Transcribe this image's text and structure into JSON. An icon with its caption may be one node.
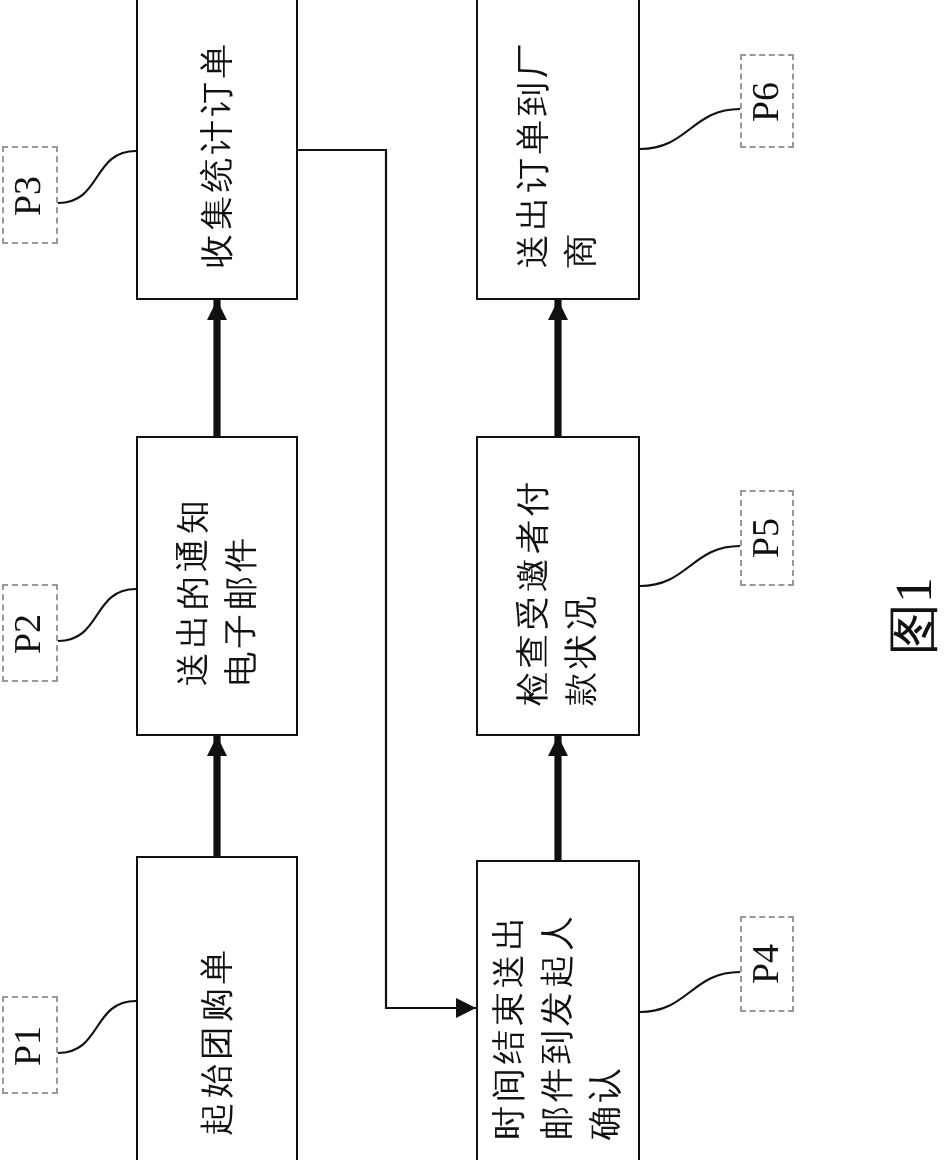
{
  "diagram": {
    "caption": "图1",
    "nodes": [
      {
        "text": [
          "起始团购单"
        ]
      },
      {
        "text": [
          "送出的通知电子邮件"
        ]
      },
      {
        "text": [
          "收集统计订单"
        ]
      },
      {
        "text": [
          "时间结束送出邮件到发起人确认"
        ]
      },
      {
        "text": [
          "检查受邀者付款状况"
        ]
      },
      {
        "text": [
          "送出订单到厂商"
        ]
      },
      {
        "text": [
          "P1"
        ]
      },
      {
        "text": [
          "P2"
        ]
      },
      {
        "text": [
          "P3"
        ]
      },
      {
        "text": [
          "P4"
        ]
      },
      {
        "text": [
          "P5"
        ]
      },
      {
        "text": [
          "P6"
        ]
      }
    ],
    "edges": [
      {
        "from": 0,
        "to": 1,
        "arrow": "to",
        "style": "thick"
      },
      {
        "from": 1,
        "to": 2,
        "arrow": "to",
        "style": "thick"
      },
      {
        "from": 2,
        "to": 3,
        "arrow": "to"
      },
      {
        "from": 3,
        "to": 4,
        "arrow": "to",
        "style": "thick"
      },
      {
        "from": 4,
        "to": 5,
        "arrow": "to",
        "style": "thick"
      },
      {
        "from": 6,
        "to": 0,
        "arrow": "none"
      },
      {
        "from": 7,
        "to": 1,
        "arrow": "none"
      },
      {
        "from": 8,
        "to": 2,
        "arrow": "none"
      },
      {
        "from": 9,
        "to": 3,
        "arrow": "none"
      },
      {
        "from": 10,
        "to": 4,
        "arrow": "none"
      },
      {
        "from": 11,
        "to": 5,
        "arrow": "none"
      }
    ]
  }
}
